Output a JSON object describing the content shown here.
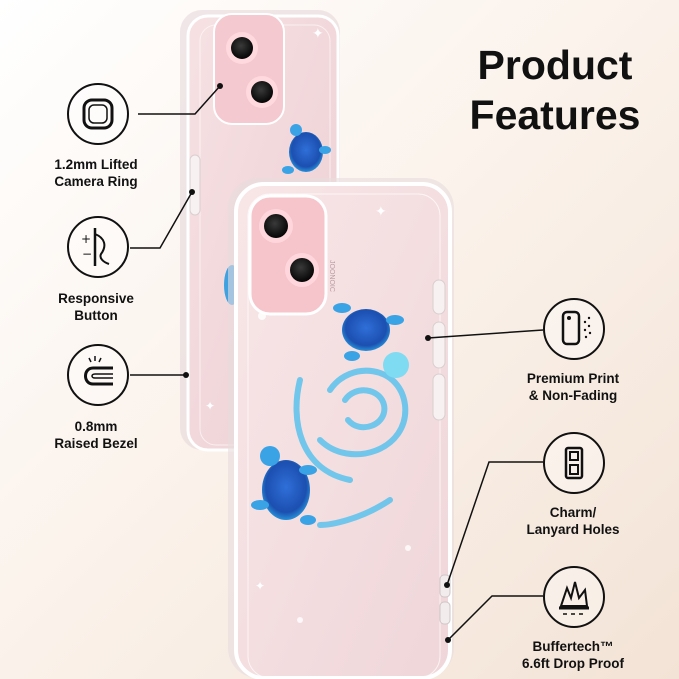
{
  "title": {
    "line1": "Product",
    "line2": "Features"
  },
  "features": [
    {
      "id": "camera-ring",
      "lines": [
        "1.2mm Lifted",
        "Camera Ring"
      ]
    },
    {
      "id": "button",
      "lines": [
        "Responsive",
        "Button"
      ]
    },
    {
      "id": "bezel",
      "lines": [
        "0.8mm",
        "Raised Bezel"
      ]
    },
    {
      "id": "print",
      "lines": [
        "Premium Print",
        "& Non-Fading"
      ]
    },
    {
      "id": "holes",
      "lines": [
        "Charm/",
        "Lanyard Holes"
      ]
    },
    {
      "id": "drop",
      "lines": [
        "Buffertech™",
        "6.6ft Drop Proof"
      ]
    }
  ],
  "case_brand": "JOONOIC",
  "colors": {
    "background": "#f6ebe2",
    "phone_pink": "#f1d4d4",
    "turtle_blue": "#1f7fd6",
    "icon_stroke": "#111111"
  }
}
